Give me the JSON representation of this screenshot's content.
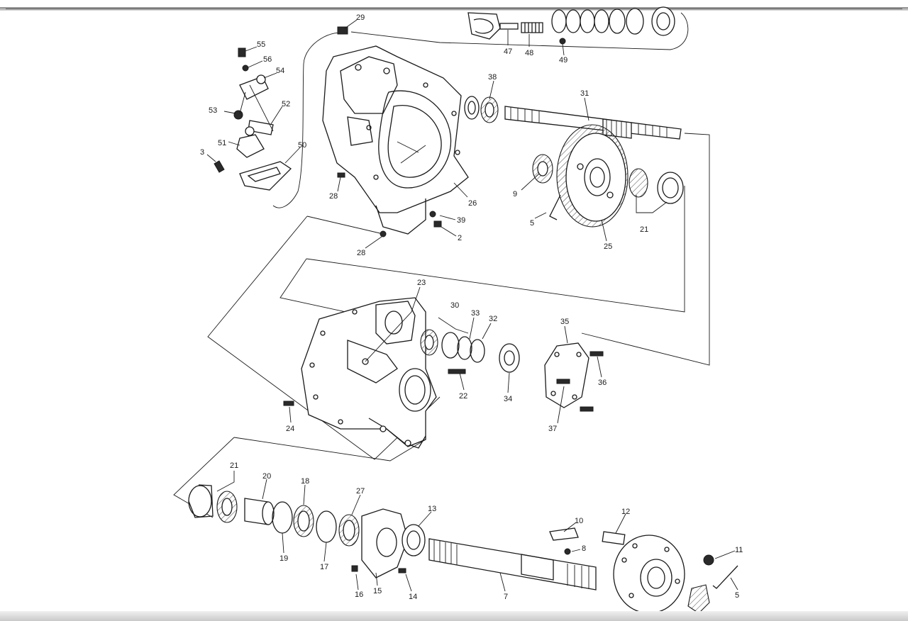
{
  "labels": [
    "29",
    "55",
    "56",
    "54",
    "53",
    "52",
    "51",
    "50",
    "3",
    "28",
    "28",
    "26",
    "39",
    "2",
    "38",
    "31",
    "9",
    "5",
    "25",
    "21",
    "47",
    "48",
    "49",
    "23",
    "30",
    "33",
    "32",
    "35",
    "36",
    "22",
    "34",
    "37",
    "24",
    "21",
    "20",
    "18",
    "27",
    "19",
    "17",
    "13",
    "16",
    "15",
    "14",
    "7",
    "10",
    "12",
    "8",
    "11",
    "5"
  ],
  "colors": {
    "ink": "#1a1a1a",
    "paper": "#ffffff",
    "rule": "#8a8a8a"
  }
}
